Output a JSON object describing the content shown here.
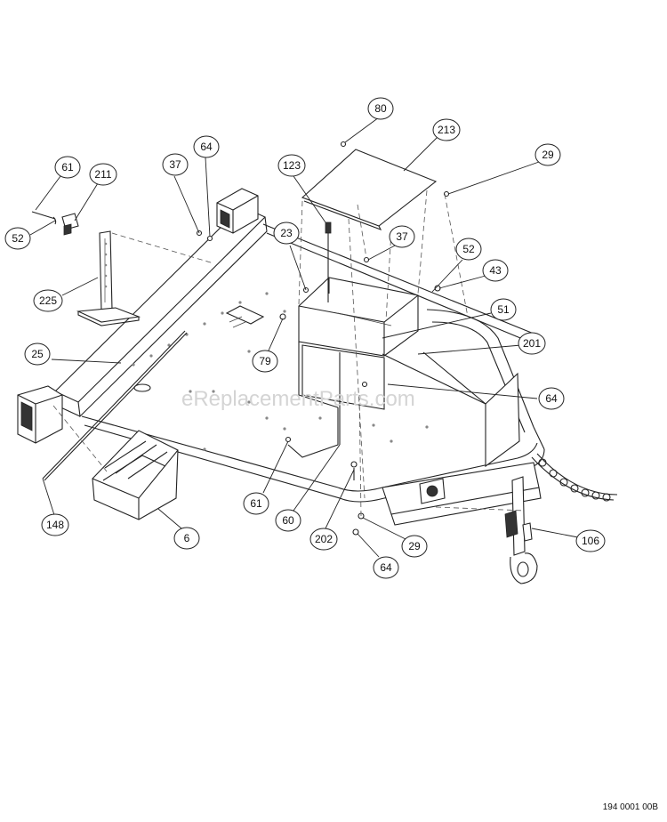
{
  "watermark": "eReplacementParts.com",
  "document_number": "194 0001 00B",
  "callouts": {
    "c80": "80",
    "c213": "213",
    "c29a": "29",
    "c123": "123",
    "c64a": "64",
    "c37a": "37",
    "c61a": "61",
    "c211": "211",
    "c52a": "52",
    "c23": "23",
    "c37b": "37",
    "c52b": "52",
    "c43": "43",
    "c225": "225",
    "c51": "51",
    "c201": "201",
    "c25": "25",
    "c79": "79",
    "c64b": "64",
    "c148": "148",
    "c6": "6",
    "c61b": "61",
    "c60": "60",
    "c202": "202",
    "c29b": "29",
    "c106": "106",
    "c64c": "64"
  }
}
